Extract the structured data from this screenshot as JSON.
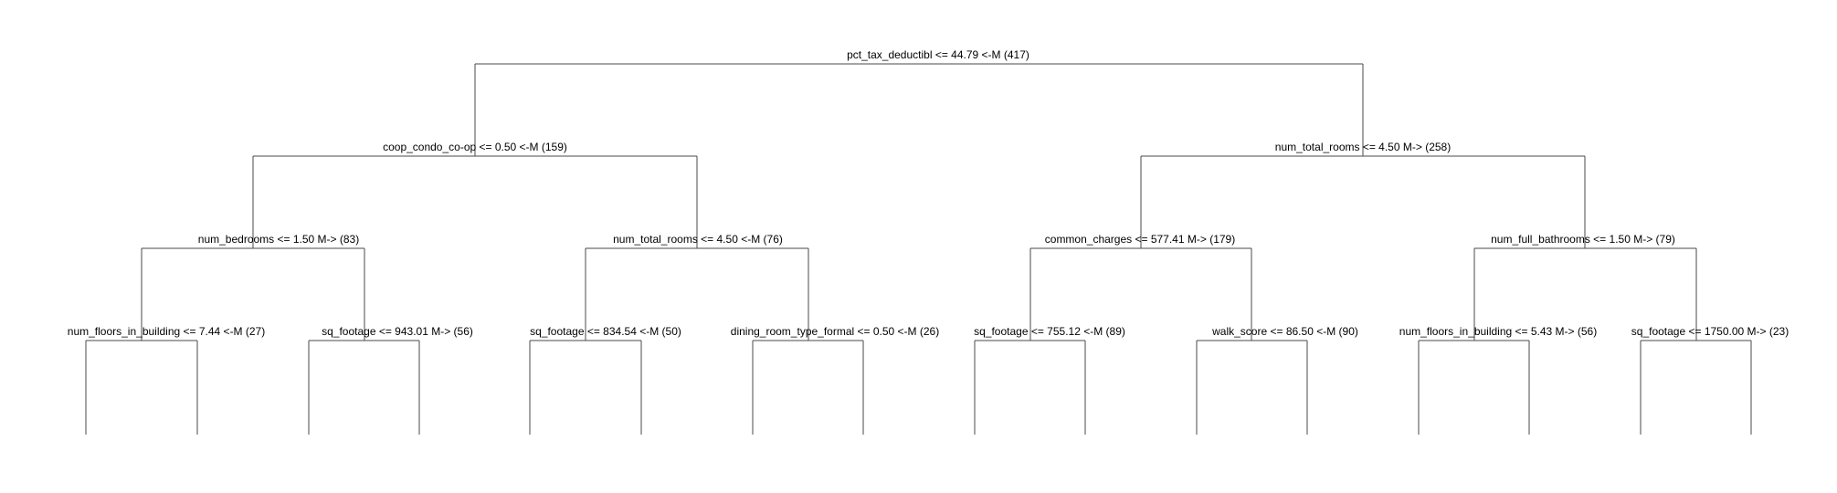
{
  "tree": {
    "nodes": [
      {
        "id": "n0",
        "label": "pct_tax_deductibl <= 44.79 <-M (417)"
      },
      {
        "id": "n1",
        "label": "coop_condo_co-op <= 0.50 <-M (159)"
      },
      {
        "id": "n2",
        "label": "num_total_rooms <= 4.50 M-> (258)"
      },
      {
        "id": "n3",
        "label": "num_bedrooms <= 1.50 M-> (83)"
      },
      {
        "id": "n4",
        "label": "num_total_rooms <= 4.50 <-M (76)"
      },
      {
        "id": "n5",
        "label": "common_charges <= 577.41 M-> (179)"
      },
      {
        "id": "n6",
        "label": "num_full_bathrooms <= 1.50 M-> (79)"
      },
      {
        "id": "n7",
        "label": "num_floors_in_building <= 7.44 <-M (27)"
      },
      {
        "id": "n8",
        "label": "sq_footage <= 943.01 M-> (56)"
      },
      {
        "id": "n9",
        "label": "sq_footage <= 834.54 <-M (50)"
      },
      {
        "id": "n10",
        "label": "dining_room_type_formal <= 0.50 <-M (26)"
      },
      {
        "id": "n11",
        "label": "sq_footage <= 755.12 <-M (89)"
      },
      {
        "id": "n12",
        "label": "walk_score <= 86.50 <-M (90)"
      },
      {
        "id": "n13",
        "label": "num_floors_in_building <= 5.43 M-> (56)"
      },
      {
        "id": "n14",
        "label": "sq_footage <= 1750.00 M-> (23)"
      }
    ]
  }
}
